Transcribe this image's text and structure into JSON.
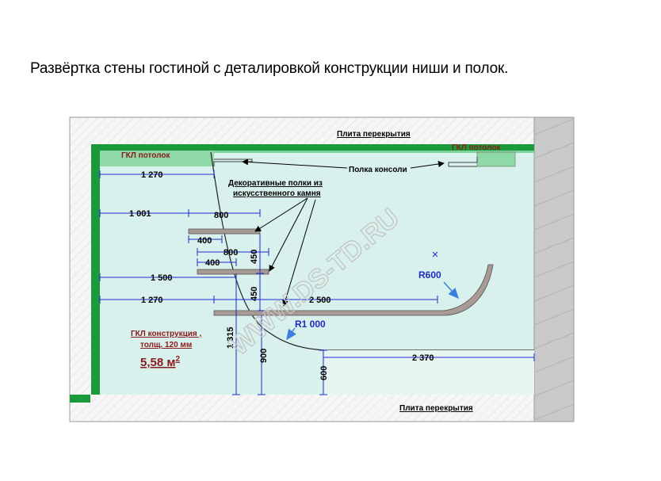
{
  "title": "Развёртка стены гостиной  с деталировкой конструкции ниши и полок.",
  "labels": {
    "slab_top": "Плита перекрытия",
    "slab_bottom": "Плита перекрытия",
    "gkl_ceiling_left": "ГКЛ потолок",
    "gkl_ceiling_right": "ГКЛ потолок",
    "shelf_console": "Полка консоли",
    "decor_shelves_line1": "Декоративные полки из",
    "decor_shelves_line2": "искусственного камня",
    "gkl_construction_line1": "ГКЛ конструкция ,",
    "gkl_construction_line2": "толщ. 120 мм",
    "area_value": "5,58 м",
    "area_exp": "2",
    "watermark": "WWW.DS-TD.RU"
  },
  "dimensions": {
    "d1270_top": "1 270",
    "d1001": "1 001",
    "d800_a": "800",
    "d400_a": "400",
    "d800_b": "800",
    "d400_b": "400",
    "d450_a": "450",
    "d1500": "1 500",
    "d450_b": "450",
    "d1270_mid": "1 270",
    "d2500": "2 500",
    "dR600": "R600",
    "dR1000": "R1 000",
    "d1315": "1 315",
    "d900": "900",
    "d600": "600",
    "d2370": "2 370"
  },
  "colors": {
    "wall_green": "#1a9a3a",
    "fill_mint": "#d9f1ec",
    "hatch_bg": "#f4f4f4",
    "right_wall": "#c9c9c9",
    "dim_blue": "#1a2bd6",
    "gkl_red": "#8b1a1a",
    "shelf": "#a89a94",
    "watermark": "#c8c8c8"
  }
}
